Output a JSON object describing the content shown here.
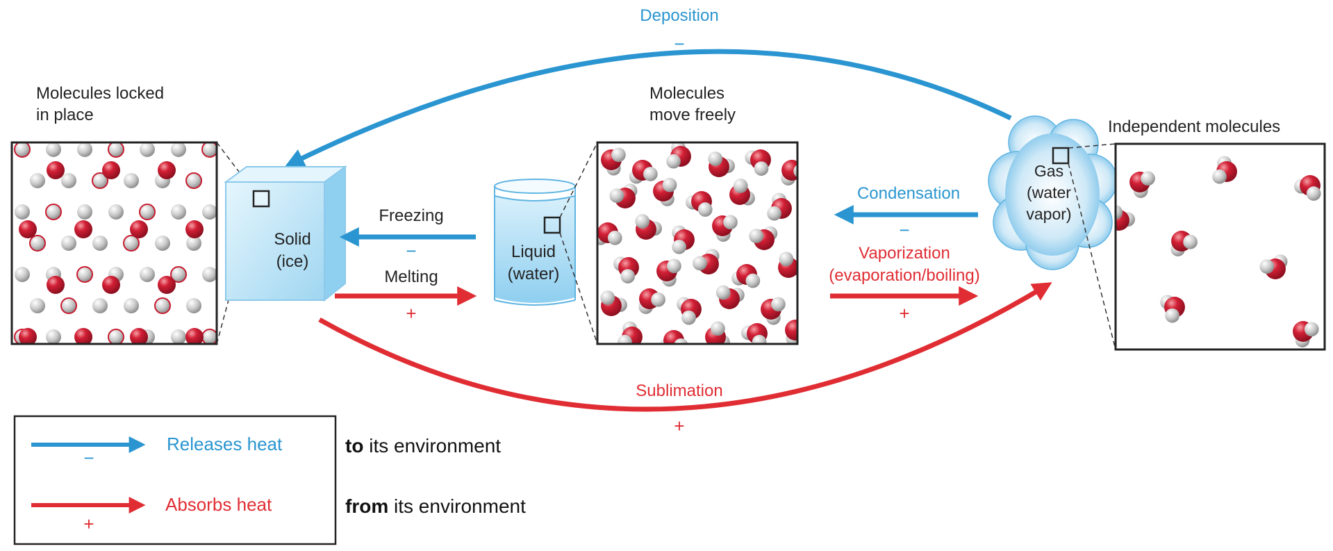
{
  "colors": {
    "release": "#2a95d0",
    "absorb": "#e02d33",
    "oxygen": "#c8192e",
    "hydrogen": "#c9c9c9",
    "ice": "#bfe4f6",
    "water": "#a9d9f3"
  },
  "captions": {
    "solid": "Molecules locked\nin place",
    "liquid": "Molecules\nmove freely",
    "gas": "Independent molecules"
  },
  "states": {
    "solid": "Solid\n(ice)",
    "liquid": "Liquid\n(water)",
    "gas": "Gas\n(water\nvapor)"
  },
  "transitions": {
    "deposition": "Deposition",
    "freezing": "Freezing",
    "melting": "Melting",
    "condensation": "Condensation",
    "vaporization": "Vaporization",
    "vaporization_detail": "(evaporation/boiling)",
    "sublimation": "Sublimation"
  },
  "signs": {
    "minus": "−",
    "plus": "+"
  },
  "legend": {
    "release_label": "Releases heat",
    "release_bold": "to",
    "release_rest": " its environment",
    "absorb_label": "Absorbs heat",
    "absorb_bold": "from",
    "absorb_rest": " its environment"
  },
  "icons": [
    "ice-cube-icon",
    "water-glass-icon",
    "vapor-cloud-icon",
    "arrow-icon",
    "molecule-icon"
  ]
}
